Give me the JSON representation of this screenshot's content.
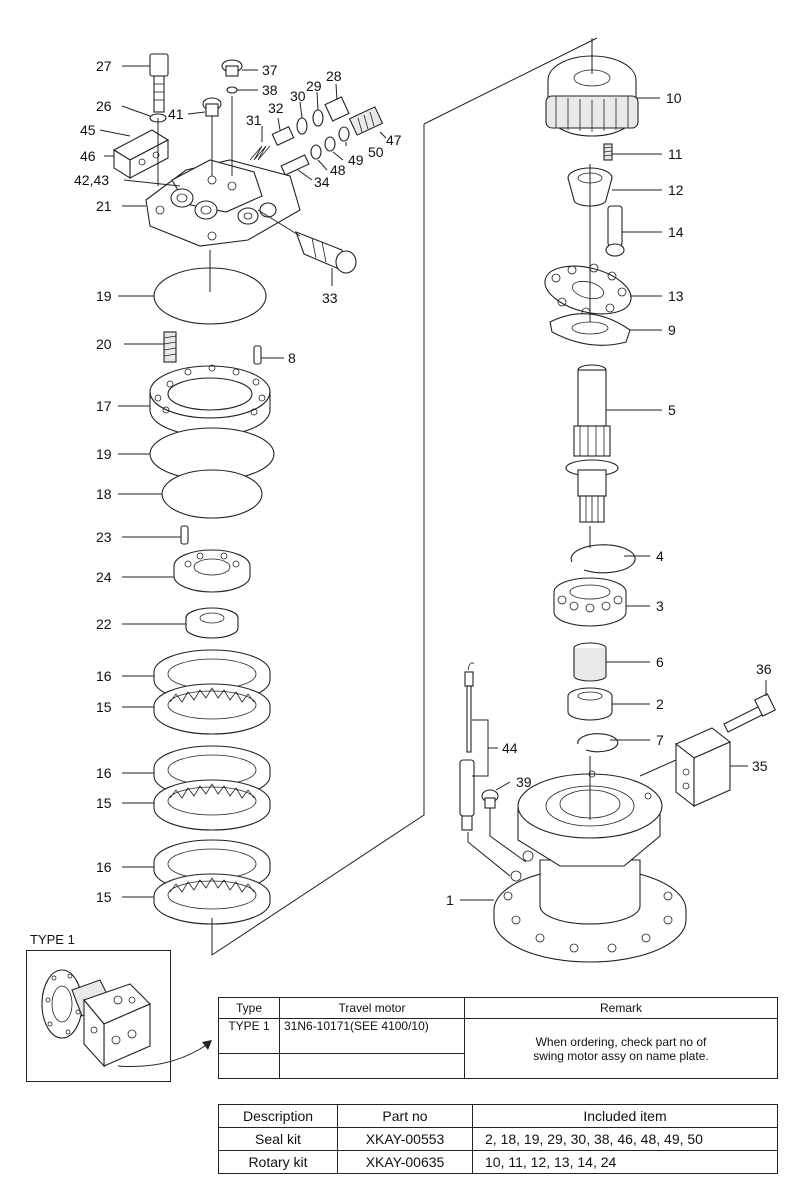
{
  "callouts": {
    "c27": "27",
    "c37": "37",
    "c38": "38",
    "c26": "26",
    "c41": "41",
    "c32": "32",
    "c30": "30",
    "c29": "29",
    "c28": "28",
    "c31": "31",
    "c45": "45",
    "c47": "47",
    "c46": "46",
    "c50": "50",
    "c49": "49",
    "c48": "48",
    "c4243": "42,43",
    "c34": "34",
    "c21": "21",
    "c33": "33",
    "c19a": "19",
    "c20": "20",
    "c8": "8",
    "c17": "17",
    "c19b": "19",
    "c18": "18",
    "c23": "23",
    "c24": "24",
    "c22": "22",
    "c16a": "16",
    "c15a": "15",
    "c16b": "16",
    "c15b": "15",
    "c16c": "16",
    "c15c": "15",
    "c10": "10",
    "c11": "11",
    "c12": "12",
    "c14": "14",
    "c13": "13",
    "c9": "9",
    "c5": "5",
    "c4": "4",
    "c3": "3",
    "c6": "6",
    "c2": "2",
    "c7": "7",
    "c36": "36",
    "c44": "44",
    "c35": "35",
    "c39": "39",
    "c1": "1"
  },
  "type_label": "TYPE 1",
  "type_table": {
    "headers": [
      "Type",
      "Travel motor",
      "Remark"
    ],
    "rows": [
      {
        "type": "TYPE 1",
        "motor": "31N6-10171(SEE 4100/10)",
        "remark": "When ordering, check part no of swing motor assy on name plate."
      }
    ]
  },
  "kit_table": {
    "headers": [
      "Description",
      "Part no",
      "Included item"
    ],
    "rows": [
      {
        "desc": "Seal kit",
        "part": "XKAY-00553",
        "items": "2, 18, 19, 29, 30, 38, 46, 48, 49, 50"
      },
      {
        "desc": "Rotary kit",
        "part": "XKAY-00635",
        "items": "10, 11, 12, 13, 14, 24"
      }
    ]
  }
}
